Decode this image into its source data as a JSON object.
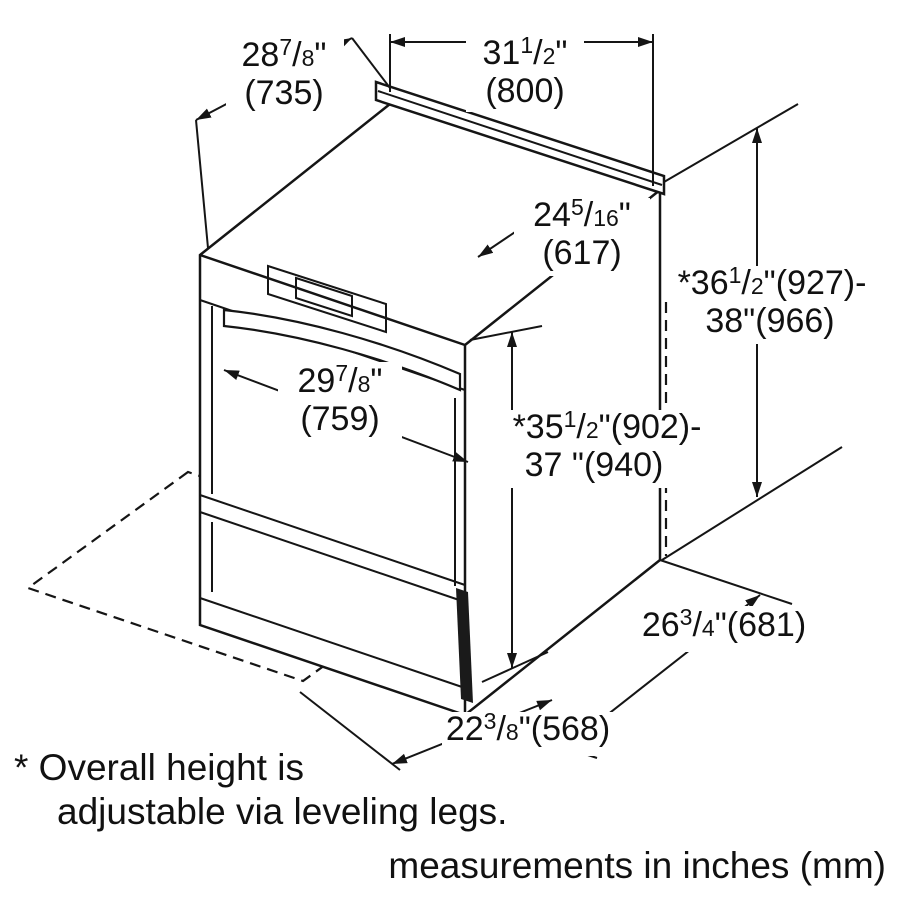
{
  "diagram": {
    "type": "appliance-installation-dimension-drawing",
    "subject": "slide-in range isometric view with dimensions"
  },
  "dims": {
    "depth_top": {
      "pre": "28",
      "num": "7",
      "den": "8",
      "post": "\"",
      "mm": "(735)"
    },
    "width_top": {
      "pre": "31",
      "num": "1",
      "den": "2",
      "post": "\"",
      "mm": "(800)"
    },
    "cooktop_depth": {
      "pre": "24",
      "num": "5",
      "den": "16",
      "post": "\"",
      "mm": "(617)"
    },
    "door_width": {
      "pre": "29",
      "num": "7",
      "den": "8",
      "post": "\"",
      "mm": "(759)"
    },
    "overall_height_line1": {
      "pre": "*36",
      "num": "1",
      "den": "2",
      "post": "\"(927)-"
    },
    "overall_height_line2": {
      "pre": "38\"(966)"
    },
    "cooktop_height_line1": {
      "pre": "*35",
      "num": "1",
      "den": "2",
      "post": "\"(902)-"
    },
    "cooktop_height_line2": {
      "pre": "37 \"(940)"
    },
    "base_depth": {
      "pre": "26",
      "num": "3",
      "den": "4",
      "post": "\"(681)"
    },
    "base_width": {
      "pre": "22",
      "num": "3",
      "den": "8",
      "post": "\"(568)"
    }
  },
  "notes": {
    "footnote_line1": "* Overall height is",
    "footnote_line2": "adjustable via leveling legs.",
    "units": "measurements in inches (mm)"
  },
  "colors": {
    "line": "#151515",
    "background": "#ffffff"
  }
}
